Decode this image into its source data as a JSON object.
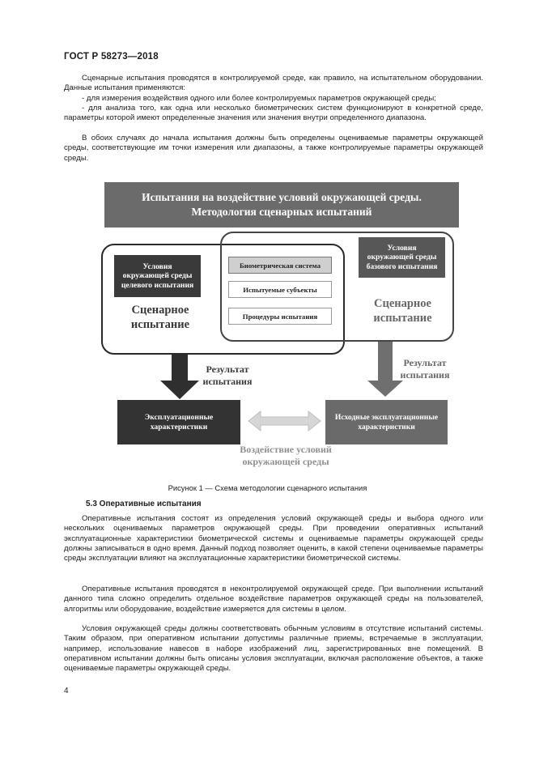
{
  "header": {
    "doc_id": "ГОСТ Р 58273—2018"
  },
  "intro": {
    "p1": "Сценарные испытания проводятся в контролируемой среде, как правило, на испытательном оборудовании. Данные испытания применяются:",
    "p2": "- для измерения воздействия одного или более контролируемых параметров окружающей среды;",
    "p3": "- для анализа того, как одна или несколько биометрических систем функционируют в конкретной среде, параметры которой имеют определенные значения или значения внутри определенного диапазона.",
    "p4": "В обоих случаях до начала испытания должны быть определены оцениваемые параметры окружающей среды, соответствующие им точки измерения или диапазоны, а также контролируемые параметры окружающей среды."
  },
  "figure": {
    "banner_line1": "Испытания на воздействие условий окружающей среды.",
    "banner_line2": "Методология сценарных испытаний",
    "cond_target": [
      "Условия",
      "окружающей среды",
      "целевого испытания"
    ],
    "cond_base": [
      "Условия",
      "окружающей среды",
      "базового испытания"
    ],
    "scenario_left": [
      "Сценарное",
      "испытание"
    ],
    "scenario_right": [
      "Сценарное",
      "испытание"
    ],
    "inner_bio": "Биометрическая система",
    "inner_subjects": "Испытуемые субъекты",
    "inner_procedures": "Процедуры испытания",
    "result_left": [
      "Результат",
      "испытания"
    ],
    "result_right": [
      "Результат",
      "испытания"
    ],
    "out_left": [
      "Эксплуатационные",
      "характеристики"
    ],
    "out_right": [
      "Исходные эксплуатационные",
      "характеристики"
    ],
    "influence": [
      "Воздействие условий",
      "окружающей среды"
    ]
  },
  "caption": "Рисунок 1 — Схема методологии сценарного испытания",
  "section": {
    "title": "5.3 Оперативные испытания",
    "p1": "Оперативные испытания состоят из определения условий окружающей среды и выбора одного или нескольких оцениваемых параметров окружающей среды. При проведении оперативных испытаний эксплуатационные характеристики биометрической системы и оцениваемые параметры окружающей среды должны записываться в одно время. Данный подход позволяет оценить, в какой степени оцениваемые параметры среды эксплуатации влияют на эксплуатационные характеристики биометрической системы.",
    "p2": "Оперативные испытания проводятся в неконтролируемой окружающей среде. При выполнении испытаний данного типа сложно определить отдельное воздействие параметров окружающей среды на пользователей, алгоритмы или оборудование, воздействие измеряется для системы в целом.",
    "p3": "Условия окружающей среды должны соответствовать обычным условиям в отсутствие испытаний системы. Таким образом, при оперативном испытании допустимы различные приемы, встречаемые в эксплуатации, например, использование навесов в наборе изображений лиц, зарегистрированных вне помещений. В оперативном испытании должны быть описаны условия эксплуатации, включая расположение объектов, а также оцениваемые параметры окружающей среды."
  },
  "page_number": "4"
}
